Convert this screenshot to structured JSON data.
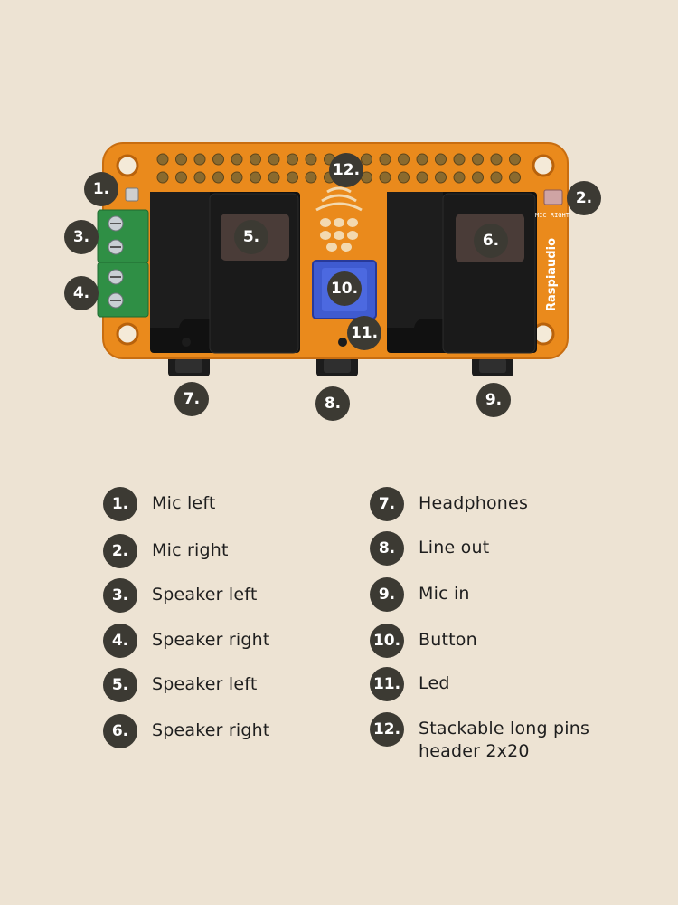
{
  "board": {
    "logo_text": "Raspiaudio",
    "mic_label": "MIC RIGHT"
  },
  "markers": [
    {
      "id": "1",
      "text": "1."
    },
    {
      "id": "2",
      "text": "2."
    },
    {
      "id": "3",
      "text": "3."
    },
    {
      "id": "4",
      "text": "4."
    },
    {
      "id": "5",
      "text": "5."
    },
    {
      "id": "6",
      "text": "6."
    },
    {
      "id": "7",
      "text": "7."
    },
    {
      "id": "8",
      "text": "8."
    },
    {
      "id": "9",
      "text": "9."
    },
    {
      "id": "10",
      "text": "10."
    },
    {
      "id": "11",
      "text": "11."
    },
    {
      "id": "12",
      "text": "12."
    }
  ],
  "legend": {
    "left": [
      {
        "num": "1.",
        "label": "Mic left"
      },
      {
        "num": "2.",
        "label": "Mic right"
      },
      {
        "num": "3.",
        "label": "Speaker left"
      },
      {
        "num": "4.",
        "label": "Speaker right"
      },
      {
        "num": "5.",
        "label": "Speaker left"
      },
      {
        "num": "6.",
        "label": "Speaker right"
      }
    ],
    "right": [
      {
        "num": "7.",
        "label": "Headphones"
      },
      {
        "num": "8.",
        "label": "Line out"
      },
      {
        "num": "9.",
        "label": "Mic in"
      },
      {
        "num": "10.",
        "label": "Button"
      },
      {
        "num": "11.",
        "label": "Led"
      },
      {
        "num": "12.",
        "label": "Stackable long pins\nheader 2x20"
      }
    ]
  }
}
